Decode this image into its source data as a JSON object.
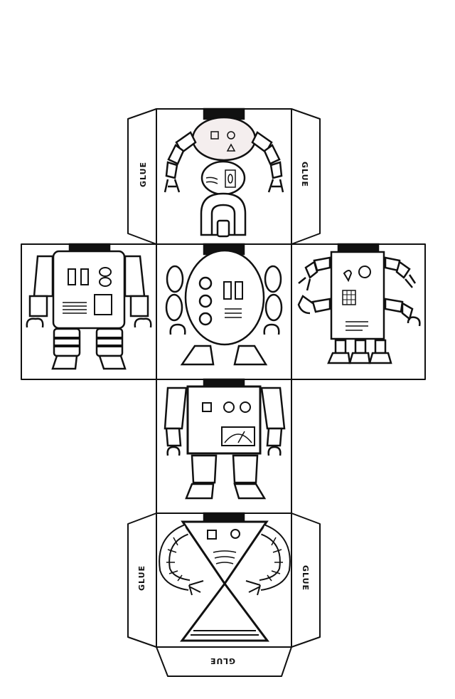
{
  "template": {
    "glue_labels": {
      "top_left_flap": "GLUE",
      "top_right_flap": "GLUE",
      "bottom_left_flap": "GLUE",
      "bottom_right_flap": "GLUE",
      "bottom_flap": "GLUE"
    }
  },
  "colors": {
    "line": "#111111",
    "paper": "#ffffff",
    "head_fill": "#f4eeee"
  }
}
